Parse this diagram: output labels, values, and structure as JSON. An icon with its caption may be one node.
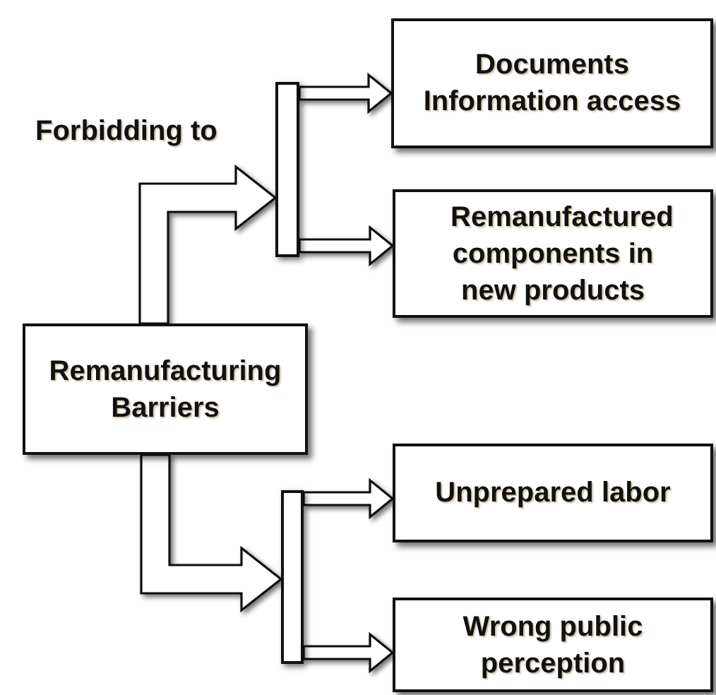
{
  "diagram": {
    "nodes": [
      {
        "text": [
          "Documents Information access"
        ]
      },
      {
        "text": [
          "Remanufactured components in new products"
        ]
      },
      {
        "text": [
          "Remanufacturing Barriers"
        ]
      },
      {
        "text": [
          "Unprepared labor"
        ]
      },
      {
        "text": [
          "Wrong public perception"
        ]
      },
      {
        "text": [],
        "shape": "bar"
      },
      {
        "text": [],
        "shape": "bar"
      }
    ],
    "edges": [
      {
        "from": 2,
        "to": 5,
        "arrow": "to",
        "label": "Forbidding to"
      },
      {
        "from": 5,
        "to": 0,
        "arrow": "to"
      },
      {
        "from": 5,
        "to": 1,
        "arrow": "to"
      },
      {
        "from": 2,
        "to": 6,
        "arrow": "to"
      },
      {
        "from": 6,
        "to": 3,
        "arrow": "to"
      },
      {
        "from": 6,
        "to": 4,
        "arrow": "to"
      }
    ]
  }
}
